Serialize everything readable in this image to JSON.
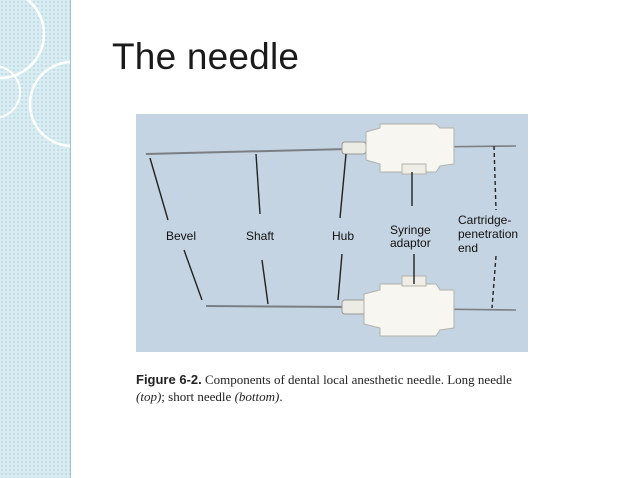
{
  "slide": {
    "title": "The needle",
    "colors": {
      "sidebar": "#d8ecf2",
      "figure_bg": "#c5d4e2",
      "title": "#1a1a1a"
    }
  },
  "figure": {
    "labels": {
      "bevel": "Bevel",
      "shaft": "Shaft",
      "hub": "Hub",
      "syringe_1": "Syringe",
      "syringe_2": "adaptor",
      "cartridge_1": "Cartridge-",
      "cartridge_2": "penetration",
      "cartridge_3": "end"
    },
    "caption": {
      "number": "Figure 6-2.",
      "text_1": "Components of dental local anesthetic needle. Long needle ",
      "top": "(top)",
      "text_2": "; short needle ",
      "bottom": "(bottom)",
      "text_3": "."
    }
  }
}
